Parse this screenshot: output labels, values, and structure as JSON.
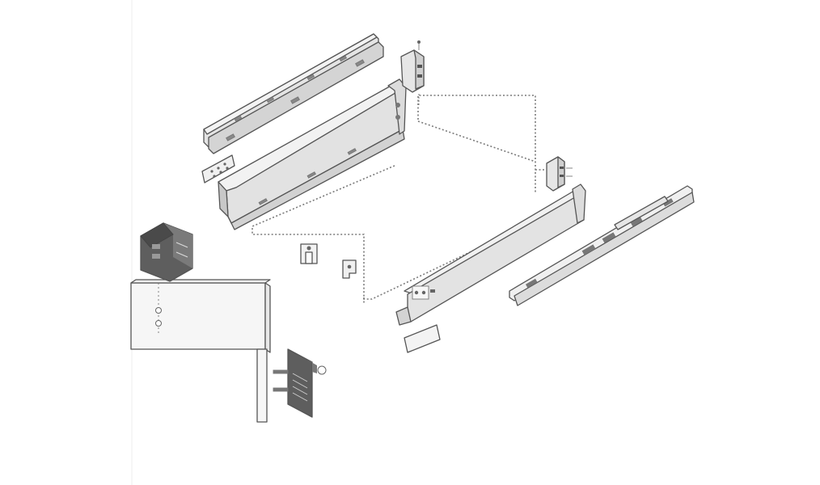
{
  "colors": {
    "background": "#ffffff",
    "outline": "#555555",
    "part_fill": "#e6e6e6",
    "part_light": "#f2f2f2",
    "part_mid": "#cfcfcf",
    "bracket_dark": "#5e5e5e",
    "dashed_guide": "#7a7a7a"
  },
  "parts": [
    "back-left-runner",
    "left-drawer-side",
    "side-cover-plate",
    "rear-bracket-top",
    "rear-bracket-right",
    "right-drawer-side",
    "right-runner",
    "front-fixing-bracket",
    "front-panel",
    "front-cover-plate",
    "clip-fitting",
    "small-hook",
    "label-plate"
  ]
}
